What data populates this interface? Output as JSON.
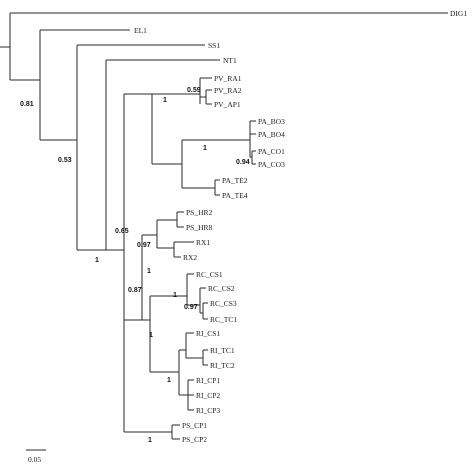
{
  "tree": {
    "taxa": [
      "DIG1",
      "EL1",
      "SS1",
      "NT1",
      "PV_RA1",
      "PV_RA2",
      "PV_AP1",
      "PA_BO3",
      "PA_BO4",
      "PA_CO1",
      "PA_CO3",
      "PA_TE2",
      "PA_TE4",
      "PS_HR2",
      "PS_HR8",
      "RX1",
      "RX2",
      "RC_CS1",
      "RC_CS2",
      "RC_CS3",
      "RC_TC1",
      "RI_CS1",
      "RI_TC1",
      "RI_TC2",
      "RI_CP1",
      "RI_CP2",
      "RI_CP3",
      "PS_CP1",
      "PS_CP2"
    ],
    "support_values": [
      "0.81",
      "0.53",
      "1",
      "0.59",
      "1",
      "0.94",
      "1",
      "0.65",
      "0.97",
      "0.87",
      "1",
      "0.97",
      "1",
      "1",
      "1",
      "1"
    ],
    "scale_bar": {
      "label": "0.05"
    }
  }
}
